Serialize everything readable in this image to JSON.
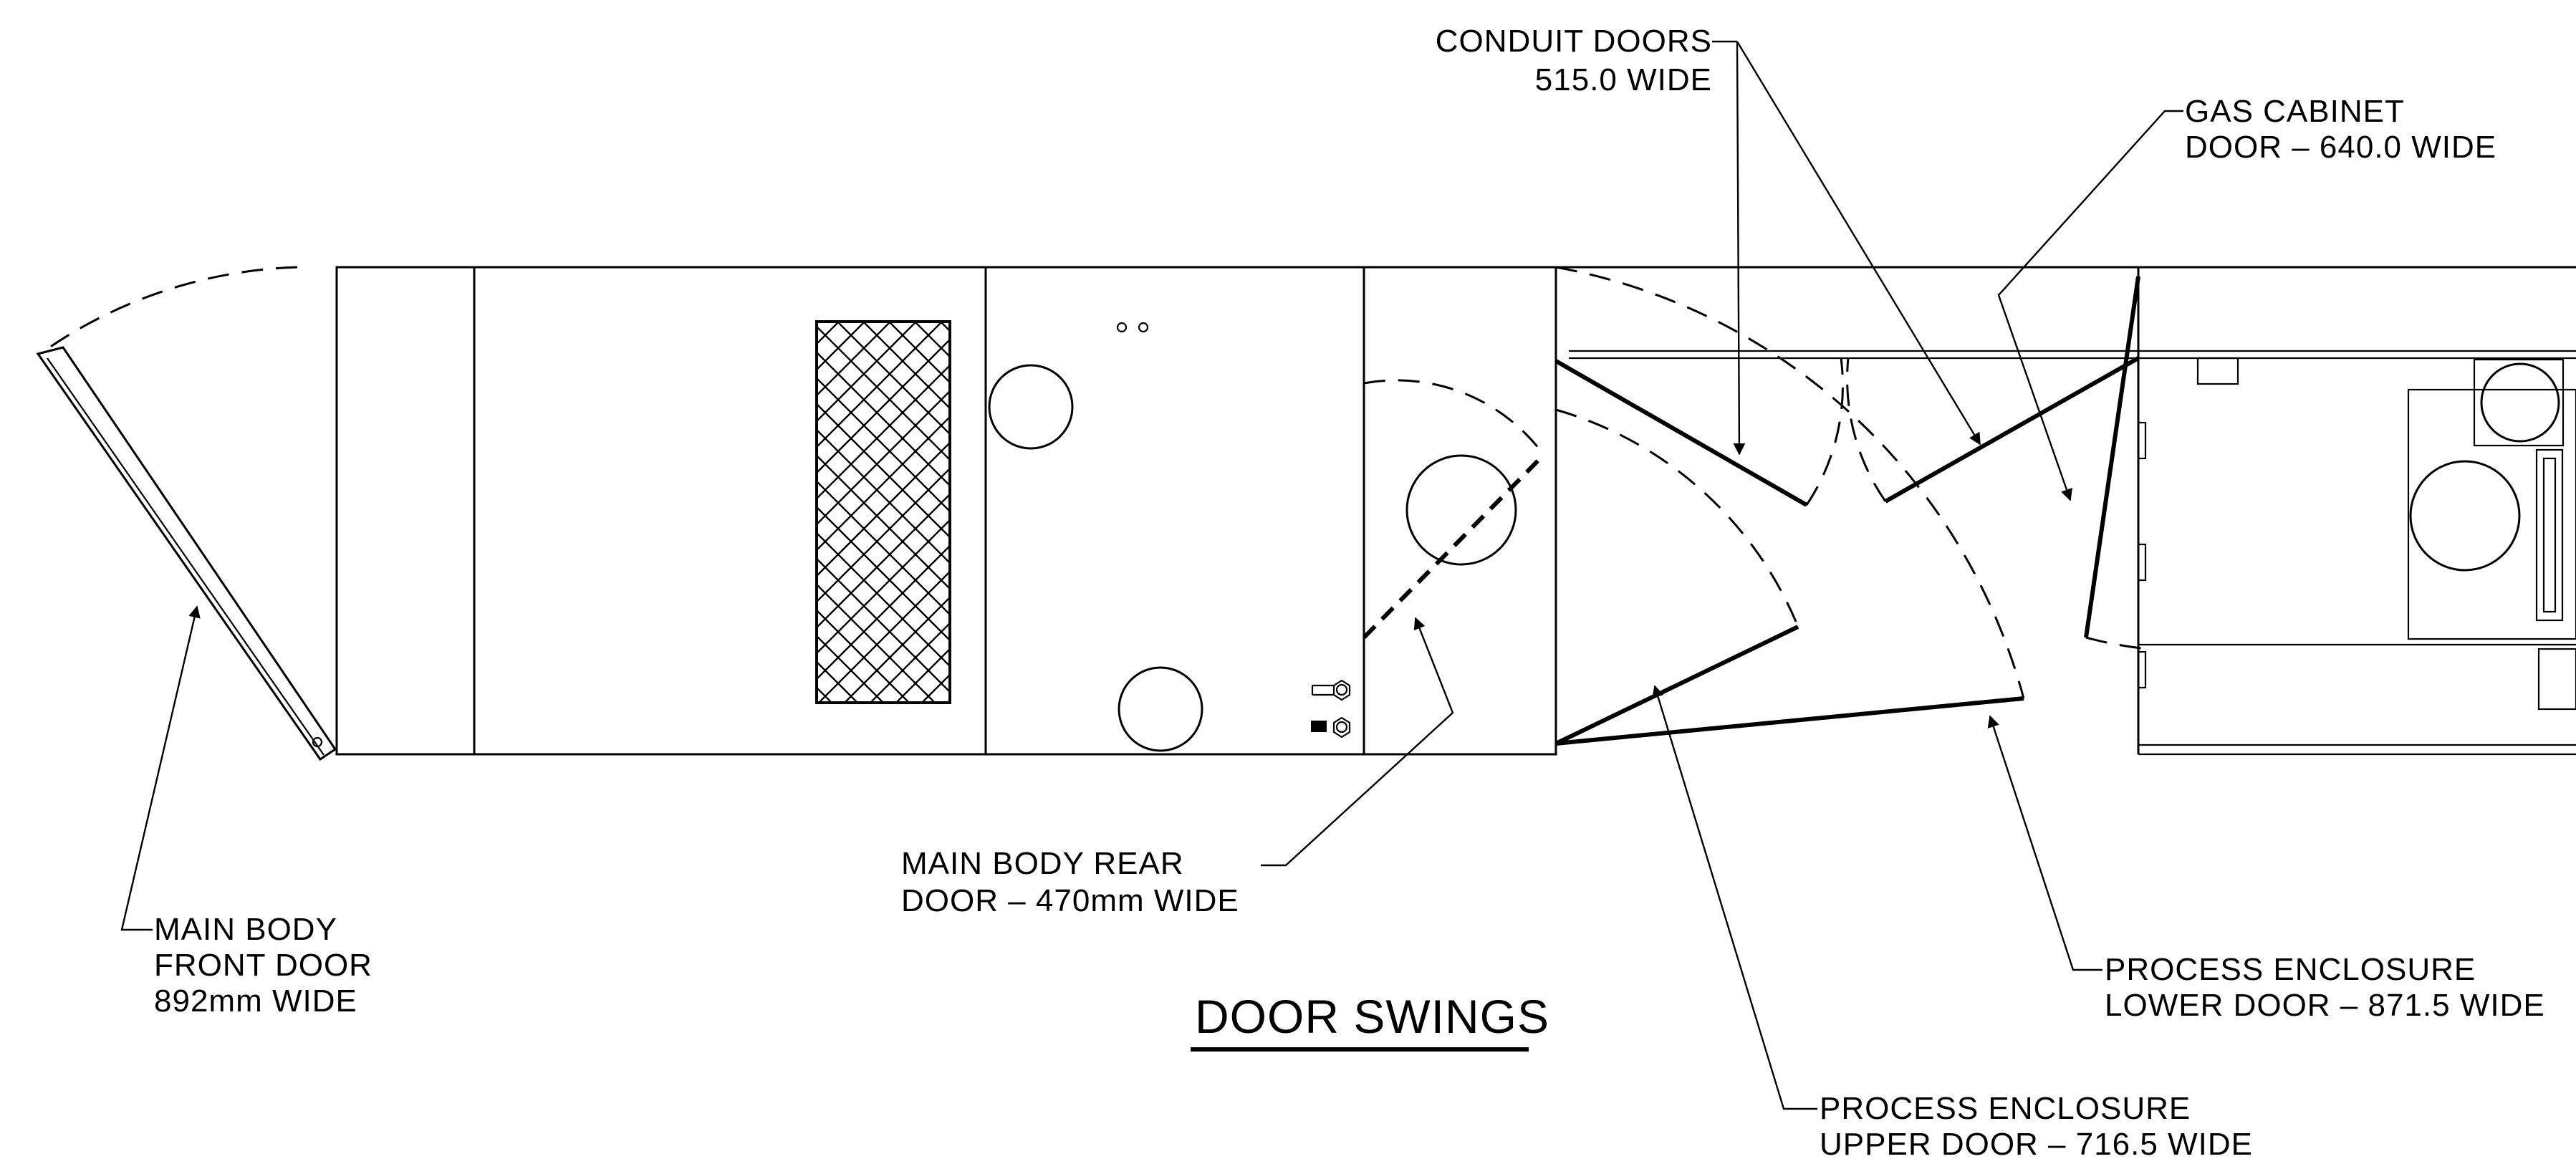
{
  "title": "DOOR SWINGS",
  "labels": {
    "conduit_doors": {
      "line1": "CONDUIT DOORS",
      "line2": "515.0 WIDE"
    },
    "gas_cabinet": {
      "line1": "GAS CABINET",
      "line2": "DOOR – 640.0 WIDE"
    },
    "main_body_rear": {
      "line1": "MAIN BODY REAR",
      "line2": "DOOR – 470mm WIDE"
    },
    "main_body_front": {
      "line1": "MAIN BODY",
      "line2": "FRONT DOOR",
      "line3": "892mm WIDE"
    },
    "process_lower": {
      "line1": "PROCESS ENCLOSURE",
      "line2": "LOWER DOOR – 871.5 WIDE"
    },
    "process_upper": {
      "line1": "PROCESS ENCLOSURE",
      "line2": "UPPER DOOR – 716.5 WIDE"
    }
  }
}
